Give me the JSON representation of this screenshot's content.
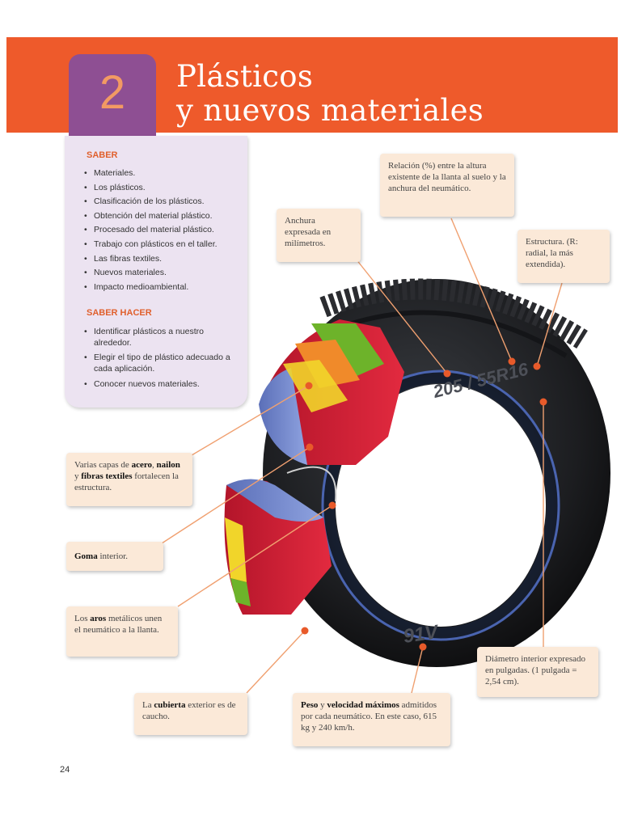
{
  "header": {
    "chapter_number": "2",
    "title_line1": "Plásticos",
    "title_line2": "y nuevos materiales"
  },
  "saber": {
    "heading": "SABER",
    "items": [
      "Materiales.",
      "Los plásticos.",
      "Clasificación de los plásticos.",
      "Obtención del material plástico.",
      "Procesado del material plástico.",
      "Trabajo con plásticos en el taller.",
      "Las fibras textiles.",
      "Nuevos materiales.",
      "Impacto medioambiental."
    ]
  },
  "saber_hacer": {
    "heading": "SABER HACER",
    "items": [
      "Identificar plásticos a nuestro alrededor.",
      "Elegir el tipo de plástico adecuado a cada aplicación.",
      "Conocer nuevos materiales."
    ]
  },
  "callouts": {
    "relacion": "Relación (%) entre la altura existente de la llanta al suelo y la anchura del neumático.",
    "anchura": "Anchura expresada en milímetros.",
    "estructura": "Estructura. (R: radial, la más extendida).",
    "capas_pre": "Varias capas de ",
    "capas_acero": "acero",
    "capas_comma": ",",
    "capas_nailon": "nailon",
    "capas_y": " y ",
    "capas_fibras": "fibras textiles",
    "capas_post": " fortalecen la estructura.",
    "goma_bold": "Goma",
    "goma_rest": " interior.",
    "aros_pre": "Los ",
    "aros_bold": "aros",
    "aros_post": " metálicos unen el neumático a la llanta.",
    "diametro": "Diámetro interior expresado en pulgadas. (1 pulgada = 2,54 cm).",
    "cubierta_pre": "La ",
    "cubierta_bold": "cubierta",
    "cubierta_post": " exterior es de caucho.",
    "peso_bold": "Peso",
    "peso_y": " y ",
    "peso_bold2": "velocidad máximos",
    "peso_post": " admitidos por cada neumático. En este caso, 615 kg y 240 km/h."
  },
  "tire": {
    "size_code": "205 / 55R16",
    "load_speed_code": "91V"
  },
  "colors": {
    "banner": "#ee5a2b",
    "chapter_box": "#8e4f93",
    "panel": "#ece3f1",
    "callout": "#fbe9d8",
    "leader": "#f0a070",
    "dot": "#e85a2a"
  },
  "page_number": "24"
}
